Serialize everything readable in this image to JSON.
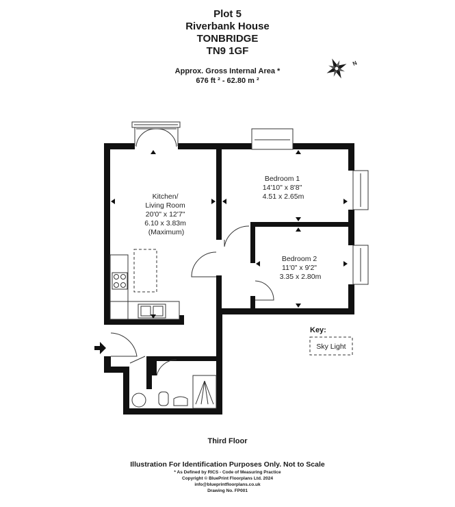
{
  "header": {
    "plot": "Plot 5",
    "building": "Riverbank House",
    "town": "TONBRIDGE",
    "postcode": "TN9 1GF",
    "area_label": "Approx. Gross Internal Area *",
    "area_value": "676 ft ²  -  62.80 m ²"
  },
  "rooms": {
    "kitchen": [
      "Kitchen/",
      "Living Room",
      "20'0\" x 12'7\"",
      "6.10 x 3.83m",
      "(Maximum)"
    ],
    "bedroom1": [
      "Bedroom 1",
      "14'10\" x 8'8\"",
      "4.51 x 2.65m"
    ],
    "bedroom2": [
      "Bedroom 2",
      "11'0\" x 9'2\"",
      "3.35 x 2.80m"
    ]
  },
  "key": {
    "title": "Key:",
    "sky_light": "Sky Light"
  },
  "floor_label": "Third Floor",
  "footer": {
    "disclaimer": "Illustration For Identification Purposes Only. Not to Scale",
    "rics": "* As Defined by RICS - Code of Measuring Practice",
    "copyright": "Copyright © BluePrint Floorplans Ltd. 2024",
    "email": "info@blueprintfloorplans.co.uk",
    "drawing_no": "Drawing No. FP001"
  },
  "compass": {
    "north_label": "N"
  },
  "colors": {
    "wall": "#111111",
    "line": "#333333"
  }
}
